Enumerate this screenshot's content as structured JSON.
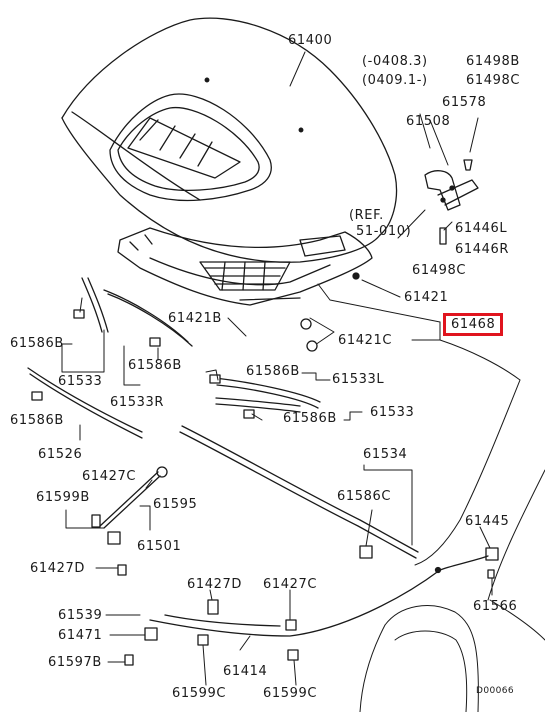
{
  "highlight_color": "#e0141e",
  "labels": {
    "l61400": "61400",
    "l61498b_range": "(-0408.3)",
    "l61498b": "61498B",
    "l61498c_range": "(0409.1-)",
    "l61498c": "61498C",
    "l61578": "61578",
    "l61508": "61508",
    "ref": "(REF.",
    "ref_num": "51-010)",
    "l61446l": "61446L",
    "l61446r": "61446R",
    "l61498c_2": "61498C",
    "l61421": "61421",
    "l61468": "61468",
    "l61421b": "61421B",
    "l61421c": "61421C",
    "l61586b_1": "61586B",
    "l61533": "61533",
    "l61586b_2": "61586B",
    "l61533r": "61533R",
    "l61586b_3": "61586B",
    "l61533l": "61533L",
    "l61533_2": "61533",
    "l61586b_4": "61586B",
    "l61586b_5": "61586B",
    "l61526": "61526",
    "l61534": "61534",
    "l61586c": "61586C",
    "l61427c": "61427C",
    "l61599b": "61599B",
    "l61595": "61595",
    "l61501": "61501",
    "l61445": "61445",
    "l61427d": "61427D",
    "l61427d_2": "61427D",
    "l61427c_2": "61427C",
    "l61566": "61566",
    "l61539": "61539",
    "l61471": "61471",
    "l61414": "61414",
    "l61597b": "61597B",
    "l61599c": "61599C",
    "l61599c_2": "61599C",
    "code": "D00066"
  }
}
